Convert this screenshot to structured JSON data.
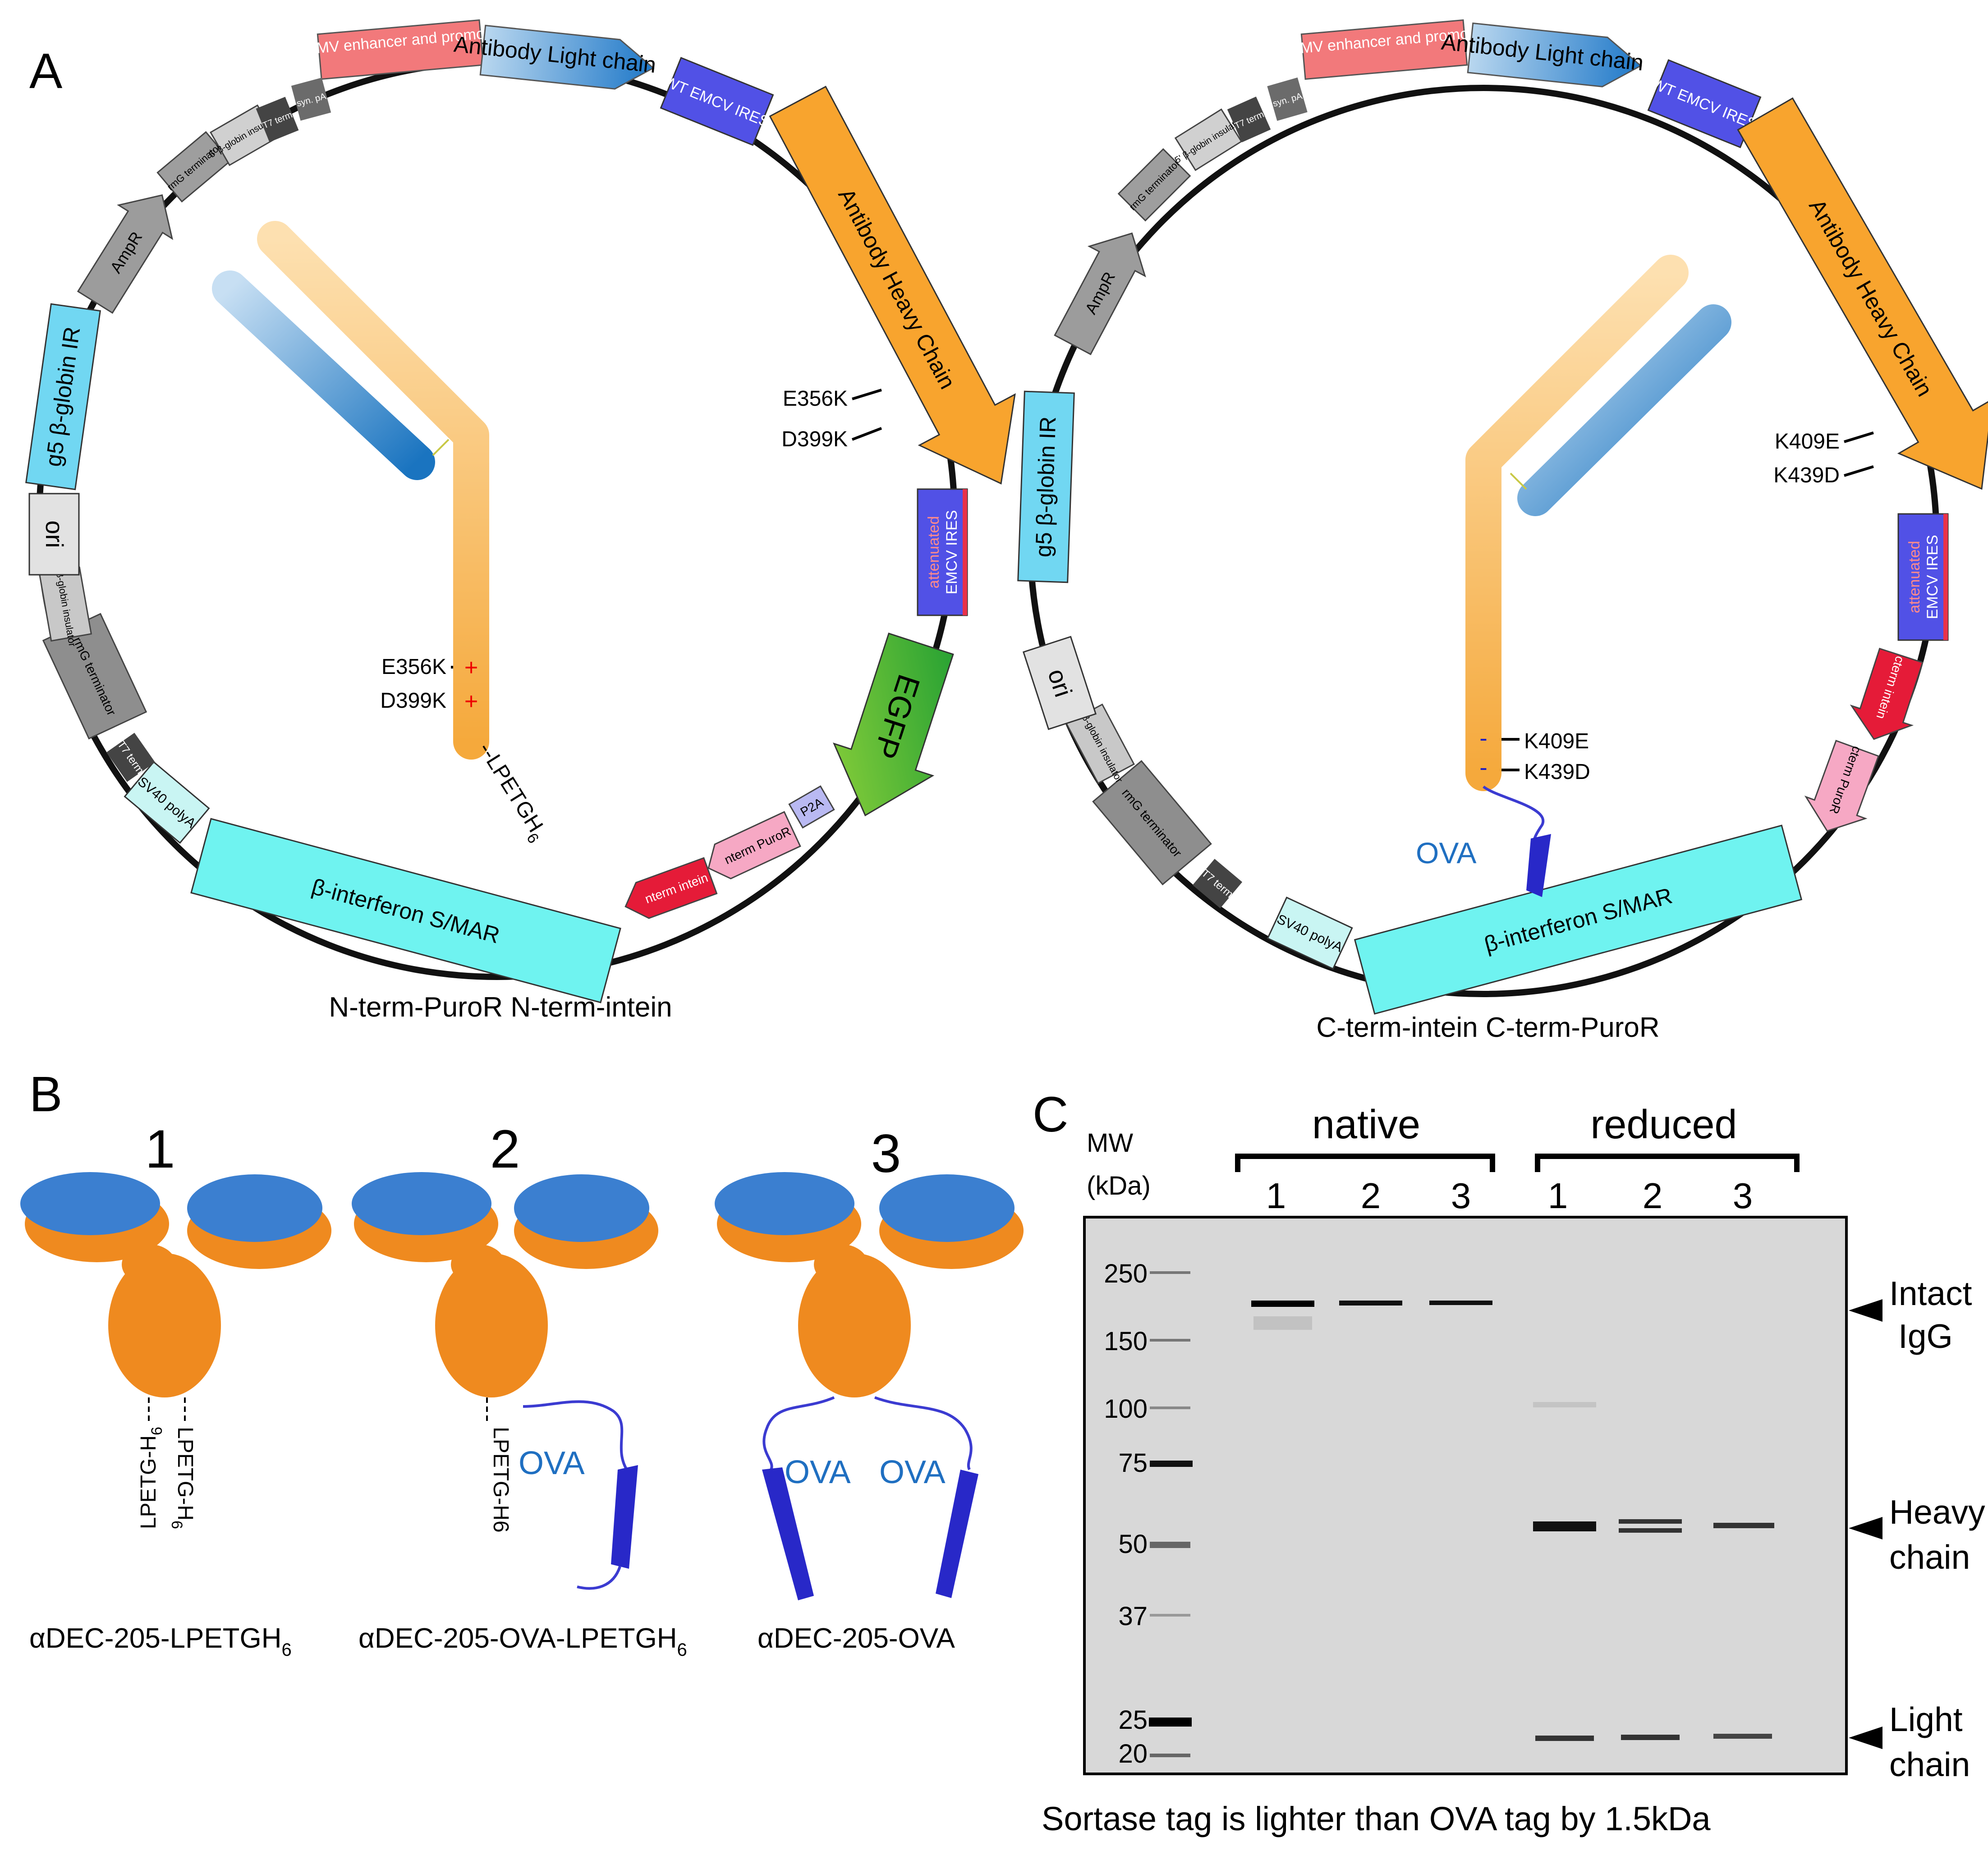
{
  "panels": {
    "a": "A",
    "b": "B",
    "c": "C"
  },
  "plasmid1": {
    "segments": {
      "hcmv": "hCMV enhancer and promoter",
      "light_chain": "Antibody Light chain",
      "wt_ires": "WT EMCV IRES",
      "heavy_chain": "Antibody Heavy Chain",
      "att_ires_1": "attenuated",
      "att_ires_2": "EMCV IRES",
      "egfp": "EGFP",
      "p2a": "P2A",
      "puror": "nterm PuroR",
      "intein": "nterm intein",
      "smar": "β-interferon S/MAR",
      "sv40": "SV40 polyA",
      "t7": "T7 term",
      "rmg_term_low": "rmG terminator",
      "insulator3": "3' β-globin insulator",
      "ori": "ori",
      "g5": "g5 β-globin IR",
      "ampr": "AmpR",
      "rmg_term_top": "rmG terminator",
      "insulator5": "5' β-globin insulator",
      "t7_top": "T7 term",
      "syn_pa": "syn. pA"
    },
    "mutations_outer": [
      "E356K",
      "D399K"
    ],
    "mutations_inner": [
      "E356K",
      "D399K"
    ],
    "charge_marks": [
      "+",
      "+"
    ],
    "tag": "LPETGH",
    "tag_sub": "6",
    "caption": "N-term-PuroR N-term-intein"
  },
  "plasmid2": {
    "segments": {
      "hcmv": "hCMV enhancer and promoter",
      "light_chain": "Antibody Light chain",
      "wt_ires": "WT EMCV IRES",
      "heavy_chain": "Antibody Heavy Chain",
      "att_ires_1": "attenuated",
      "att_ires_2": "EMCV IRES",
      "intein": "cterm intein",
      "puror": "cterm PuroR",
      "smar": "β-interferon S/MAR",
      "sv40": "SV40 polyA",
      "t7": "T7 term",
      "rmg_term_low": "rmG terminator",
      "insulator3": "3' β-globin insulator",
      "ori": "ori",
      "g5": "g5 β-globin IR",
      "ampr": "AmpR",
      "rmg_term_top": "rmG terminator",
      "insulator5": "5' β-globin insulator",
      "t7_top": "T7 term",
      "syn_pa": "syn. pA"
    },
    "mutations_outer": [
      "K409E",
      "K439D"
    ],
    "mutations_inner": [
      "K409E",
      "K439D"
    ],
    "charge_marks": [
      "-",
      "-"
    ],
    "ova": "OVA",
    "caption": "C-term-intein C-term-PuroR"
  },
  "panel_b": {
    "numbers": [
      "1",
      "2",
      "3"
    ],
    "tag1_a": "LPETG-H",
    "tag1_b": "LPETG-H",
    "tag_sub": "6",
    "tag2": "LPETG-H6",
    "ova": "OVA",
    "captions": [
      {
        "main": "αDEC-205-LPETGH",
        "sub": "6"
      },
      {
        "main": "αDEC-205-OVA-LPETGH",
        "sub": "6"
      },
      {
        "main": "αDEC-205-OVA",
        "sub": ""
      }
    ]
  },
  "gel": {
    "mw_title_1": "MW",
    "mw_title_2": "(kDa)",
    "groups": [
      "native",
      "reduced"
    ],
    "lanes": [
      "1",
      "2",
      "3",
      "1",
      "2",
      "3"
    ],
    "markers": [
      "250",
      "150",
      "100",
      "75",
      "50",
      "37",
      "25",
      "20"
    ],
    "bands": [
      {
        "label_1": "Intact",
        "label_2": "IgG"
      },
      {
        "label_1": "Heavy",
        "label_2": "chain"
      },
      {
        "label_1": "Light",
        "label_2": "chain"
      }
    ],
    "caption": "Sortase tag is lighter than OVA tag by 1.5kDa"
  }
}
